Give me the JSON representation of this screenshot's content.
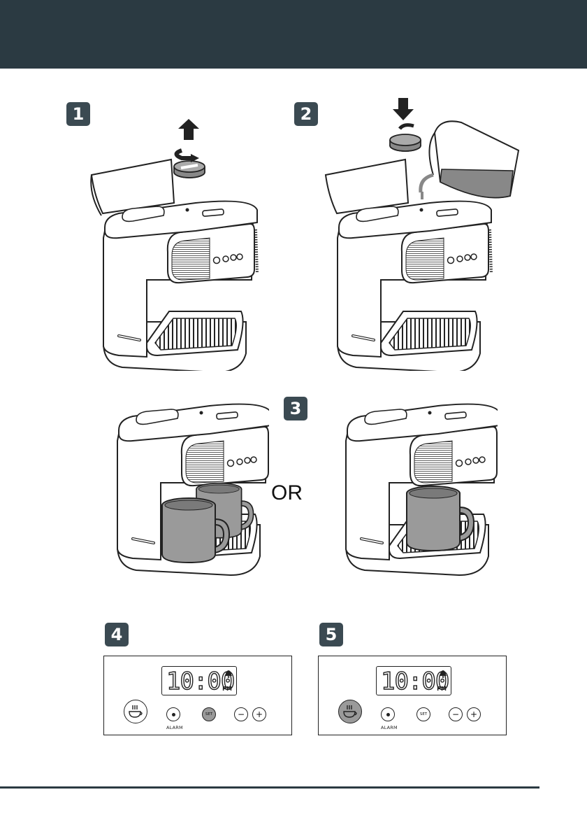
{
  "steps": [
    {
      "number": "1"
    },
    {
      "number": "2"
    },
    {
      "number": "3"
    },
    {
      "number": "4"
    },
    {
      "number": "5"
    }
  ],
  "or_label": "OR",
  "panel": {
    "time": "10:00",
    "period": "PM",
    "alarm_label": "ALARM",
    "set_label": "SET",
    "minus_label": "−",
    "plus_label": "+"
  },
  "colors": {
    "header": "#2b3a42",
    "badge": "#3b4a52",
    "active_button": "#9a9a9a"
  }
}
